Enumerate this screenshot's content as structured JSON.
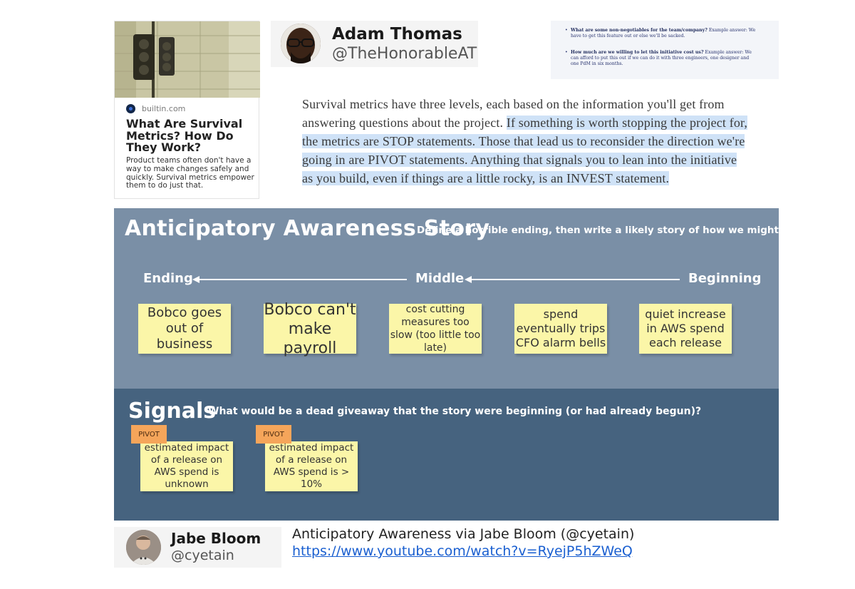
{
  "article": {
    "source": "builtin.com",
    "title": "What Are Survival Metrics? How Do They Work?",
    "description": "Product teams often don't have a way to make changes safely and quickly. Survival metrics empower them to do just that."
  },
  "tweet_author": {
    "name": "Adam Thomas",
    "handle": "@TheHonorableAT"
  },
  "questions": [
    {
      "bold": "What are some non-negotiables for the team/company?",
      "rest": " Example answer: We have to get this feature out or else we'll be sacked."
    },
    {
      "bold": "How much are we willing to let this initiative cost us?",
      "rest": " Example answer: We can afford to put this out if we can do it with three engineers, one designer and one PdM in six months."
    }
  ],
  "paragraph": {
    "plain": "Survival metrics have three levels, each based on the information you'll get from answering questions about the project.",
    "highlighted": "If something is worth stopping the project for, the metrics are STOP statements. Those that lead us to reconsider the direction we're going in are PIVOT statements. Anything that signals you to lean into the initiative as you build, even if things are a little rocky, is an INVEST statement."
  },
  "diagram": {
    "title": "Anticipatory Awareness Story",
    "subtitle": "Define a horrible ending, then write a likely story of how we might get there.",
    "axis": {
      "ending": "Ending",
      "middle": "Middle",
      "beginning": "Beginning"
    },
    "stickies": [
      "Bobco goes out of business",
      "Bobco can't make payroll",
      "cost cutting measures too slow (too little too late)",
      "spend eventually trips CFO alarm bells",
      "quiet increase in AWS spend each release"
    ],
    "signals": {
      "title": "Signals",
      "subtitle": "What would be a dead giveaway that the story were beginning (or had already begun)?",
      "items": [
        {
          "tag": "PIVOT",
          "text": "estimated impact of a release on AWS spend is unknown"
        },
        {
          "tag": "PIVOT",
          "text": "estimated impact of a release on AWS spend is > 10%"
        }
      ]
    },
    "colors": {
      "story_bg": "#7a8fa6",
      "signals_bg": "#46637f",
      "sticky": "#fbf6a8",
      "tag": "#f5a55a"
    }
  },
  "footer": {
    "author_name": "Jabe Bloom",
    "author_handle": "@cyetain",
    "credit": "Anticipatory Awareness via Jabe Bloom (@cyetain)",
    "link": "https://www.youtube.com/watch?v=RyejP5hZWeQ"
  }
}
